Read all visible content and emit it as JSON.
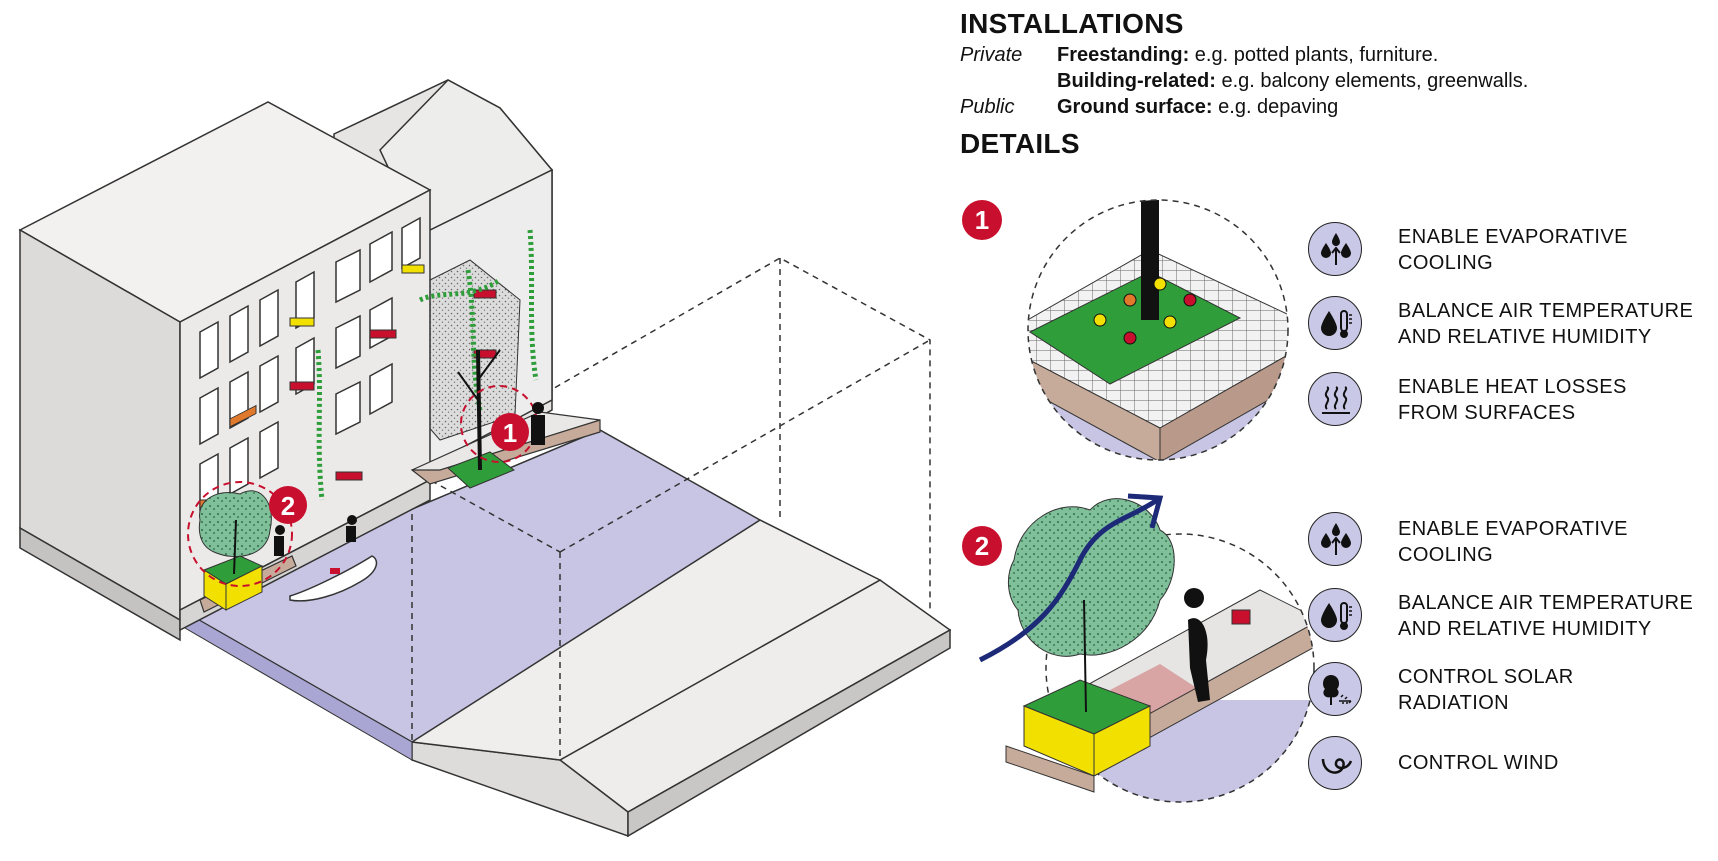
{
  "installations": {
    "heading": "INSTALLATIONS",
    "rows": [
      {
        "category": "Private",
        "type": "Freestanding:",
        "examples": " e.g. potted plants, furniture."
      },
      {
        "category": "",
        "type": "Building-related:",
        "examples": " e.g. balcony elements, greenwalls."
      },
      {
        "category": "Public",
        "type": "Ground surface:",
        "examples": " e.g. depaving"
      }
    ]
  },
  "details": {
    "heading": "DETAILS",
    "detail_1": {
      "number": "1",
      "effects": [
        {
          "icon": "evaporation-icon",
          "line1": "ENABLE EVAPORATIVE",
          "line2": "COOLING"
        },
        {
          "icon": "humidity-temperature-icon",
          "line1": "BALANCE AIR TEMPERATURE",
          "line2": "AND RELATIVE HUMIDITY"
        },
        {
          "icon": "heat-loss-icon",
          "line1": "ENABLE HEAT LOSSES",
          "line2": "FROM SURFACES"
        }
      ]
    },
    "detail_2": {
      "number": "2",
      "effects": [
        {
          "icon": "evaporation-icon",
          "line1": "ENABLE EVAPORATIVE",
          "line2": "COOLING"
        },
        {
          "icon": "humidity-temperature-icon",
          "line1": "BALANCE AIR TEMPERATURE",
          "line2": "AND RELATIVE HUMIDITY"
        },
        {
          "icon": "solar-radiation-icon",
          "line1": "CONTROL SOLAR",
          "line2": "RADIATION"
        },
        {
          "icon": "wind-icon",
          "line1": "CONTROL WIND",
          "line2": ""
        }
      ]
    }
  },
  "scene": {
    "marker_1": "1",
    "marker_2": "2"
  },
  "colors": {
    "water": "#c7c5e3",
    "facade": "#e8e7e6",
    "greenery": "#2f9e3a",
    "planter": "#f2e100",
    "marker_red": "#c8102e",
    "ground_edge": "#c6aa9a",
    "wind_arrow": "#1c2a78"
  }
}
